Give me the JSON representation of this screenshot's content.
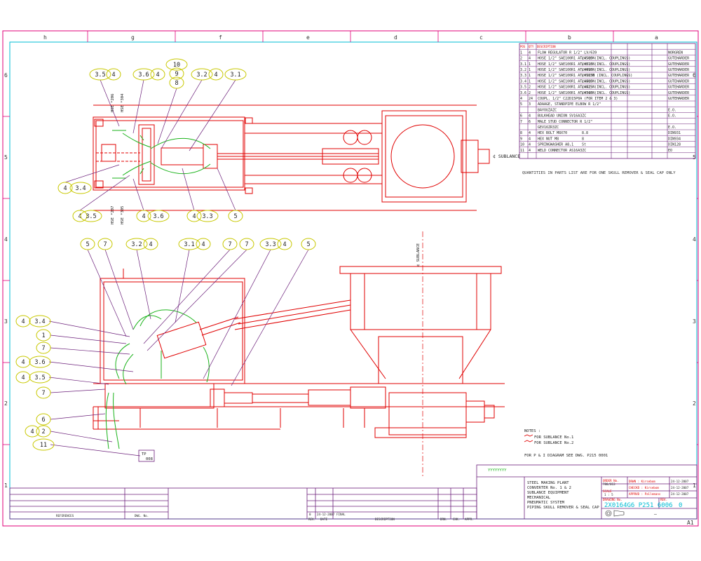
{
  "border": {
    "top_zones": [
      "h",
      "g",
      "f",
      "e",
      "d",
      "c",
      "b",
      "a"
    ],
    "side_zones": [
      "6",
      "5",
      "4",
      "3",
      "2",
      "1"
    ],
    "sheet_size": "A1"
  },
  "parts_list": {
    "headers": [
      "POS",
      "QTY",
      "DESCRIPTION",
      "",
      "",
      "",
      ""
    ],
    "rows": [
      {
        "pos": "1",
        "qty": "4",
        "desc": "FLOW REGULATOR R 1/2\"  LV/639",
        "dim": "",
        "spec": "",
        "maker": "NORGREN"
      },
      {
        "pos": "2",
        "qty": "4",
        "desc": "HOSE 1/2\" SAE100R1 AT/0515N",
        "dim": "L=500 (INCL. COUPLINGS)",
        "spec": "",
        "maker": "GUTEHARDER"
      },
      {
        "pos": "3.1",
        "qty": "1",
        "desc": "HOSE 1/2\" SAE100R1 AT/0515N",
        "dim": "L=810 (INCL. COUPLINGS)",
        "spec": "",
        "maker": "GUTEHARDER"
      },
      {
        "pos": "3.2",
        "qty": "1",
        "desc": "HOSE 1/2\" SAE100R1 AT/0515N",
        "dim": "L=490 (INCL. COUPLINGS)",
        "spec": "",
        "maker": "GUTEHARDER"
      },
      {
        "pos": "3.3",
        "qty": "1",
        "desc": "HOSE 1/2\" SAE100R1 AT/0515N",
        "dim": "L=1030 (INCL. COUPLINGS)",
        "spec": "",
        "maker": "GUTEHARDER"
      },
      {
        "pos": "3.4",
        "qty": "1",
        "desc": "HOSE 1/2\" SAE100R1 AT/0515N",
        "dim": "L=400 (INCL. COUPLINGS)",
        "spec": "",
        "maker": "GUTEHARDER"
      },
      {
        "pos": "3.5",
        "qty": "2",
        "desc": "HOSE 1/2\" SAE100R1 AT/0515N",
        "dim": "L=425 (INCL. COUPLINGS)",
        "spec": "",
        "maker": "GUTEHARDER"
      },
      {
        "pos": "3.6",
        "qty": "2",
        "desc": "HOSE 1/2\" SAE100R1 AT/0515N",
        "dim": "L=340 (INCL. COUPLINGS)",
        "spec": "",
        "maker": "GUTEHARDER"
      },
      {
        "pos": "4",
        "qty": "24",
        "desc": "COUPL. 1/2\" C22D15P0A  (FOR ITEM 2 & 3)",
        "dim": "",
        "spec": "",
        "maker": "GUTEHARDER"
      },
      {
        "pos": "5",
        "qty": "3",
        "desc": "ADAAGE, STANDPIPE ELBOW R 1/2\"",
        "dim": "",
        "spec": "",
        "maker": ""
      },
      {
        "pos": "",
        "qty": "",
        "desc": "BAYOUZAZC",
        "dim": "",
        "spec": "",
        "maker": "E.O."
      },
      {
        "pos": "6",
        "qty": "4",
        "desc": "BULKHEAD UNION   SV16A3ZC",
        "dim": "",
        "spec": "",
        "maker": "E.O."
      },
      {
        "pos": "7",
        "qty": "6",
        "desc": "MALE STUD CONNECTOR R 1/2\"",
        "dim": "",
        "spec": "",
        "maker": ""
      },
      {
        "pos": "",
        "qty": "",
        "desc": "GEV16ZR3ZC",
        "dim": "",
        "spec": "",
        "maker": "E.O."
      },
      {
        "pos": "8",
        "qty": "4",
        "desc": "HEX BOLT           M8X70",
        "dim": "8.8",
        "spec": "",
        "maker": "DIN931"
      },
      {
        "pos": "9",
        "qty": "4",
        "desc": "HEX NUT            M8",
        "dim": "8",
        "spec": "",
        "maker": "DIN934"
      },
      {
        "pos": "10",
        "qty": "4",
        "desc": "SPRINGWASHER      A8,1",
        "dim": "St",
        "spec": "",
        "maker": "DIN128"
      },
      {
        "pos": "11",
        "qty": "4",
        "desc": "WELD  CONNECTOR   AS16A3ZC",
        "dim": "",
        "spec": "",
        "maker": "EO"
      }
    ],
    "footnote": "QUANTITIES IN PARTS LIST ARE FOR ONE SKULL REMOVER & SEAL CAP ONLY"
  },
  "plan_view": {
    "balloons": [
      "3.5",
      "4",
      "3.6",
      "4",
      "10",
      "9",
      "8",
      "3.2",
      "4",
      "3.1",
      "4",
      "3.4",
      "4",
      "3.5",
      "4",
      "3.6",
      "4",
      "3.3",
      "4",
      "5"
    ],
    "hose_labels": [
      "HSE *206",
      "HSE *304",
      "HSE *207",
      "HSE *305"
    ],
    "sublance_label": "¢ SUBLANCE"
  },
  "elevation_view": {
    "top_balloons": [
      "5",
      "7",
      "3.2",
      "4",
      "3.1",
      "4",
      "7",
      "7",
      "3.3",
      "4",
      "5"
    ],
    "left_balloons": [
      "4",
      "3.4",
      "1",
      "7",
      "4",
      "3.6",
      "4",
      "3.5",
      "7",
      "6",
      "4",
      "2",
      "11"
    ],
    "tp_label": "TP",
    "tp_sub": "008",
    "sublance_label": "¢ SUBLANCE"
  },
  "notes": {
    "title": "NOTES :",
    "lines": [
      "FOR SUBLANCE No.1",
      "FOR SUBLANCE No.2"
    ],
    "reference": "FOR P & I DIAGRAM SEE DWG. P215 0001"
  },
  "title_block": {
    "stamp": "YYYYYYYY",
    "title_lines": [
      "STEEL MAKING PLANT",
      "CONVERTER No. 1 & 2",
      "SUBLANCE EQUIPMENT",
      "MECHANICAL",
      "PNEUMATIC SYSTEM",
      "PIPING SKULL REMOVER & SEAL CAP"
    ],
    "meta_left": [
      [
        "ORDER No.",
        "780/013"
      ],
      [
        "SCALE",
        "1 : 5"
      ]
    ],
    "meta_mid": [
      [
        "DRWN : Kirsebom",
        "24-12-2007"
      ],
      [
        "CHECKD : Kirsebom",
        "24-12-2007"
      ],
      [
        "APPRVD : Pallemans",
        "24-12-2007"
      ]
    ],
    "drawing_no": "2X0164G6  P251  6006",
    "revision": "0",
    "rev_label": "REV.",
    "drawing_no_label": "DRAWING No.",
    "dash": "—"
  },
  "revision_block": {
    "rev": "0",
    "date": "24-12-2007",
    "desc": "FINAL",
    "headers": [
      "REV.",
      "DATE",
      "DESCRIPTION",
      "DRN.",
      "CHK.",
      "APPR."
    ],
    "ref_label_left": "REFERENCES",
    "ref_label_right": "DWG. No."
  }
}
